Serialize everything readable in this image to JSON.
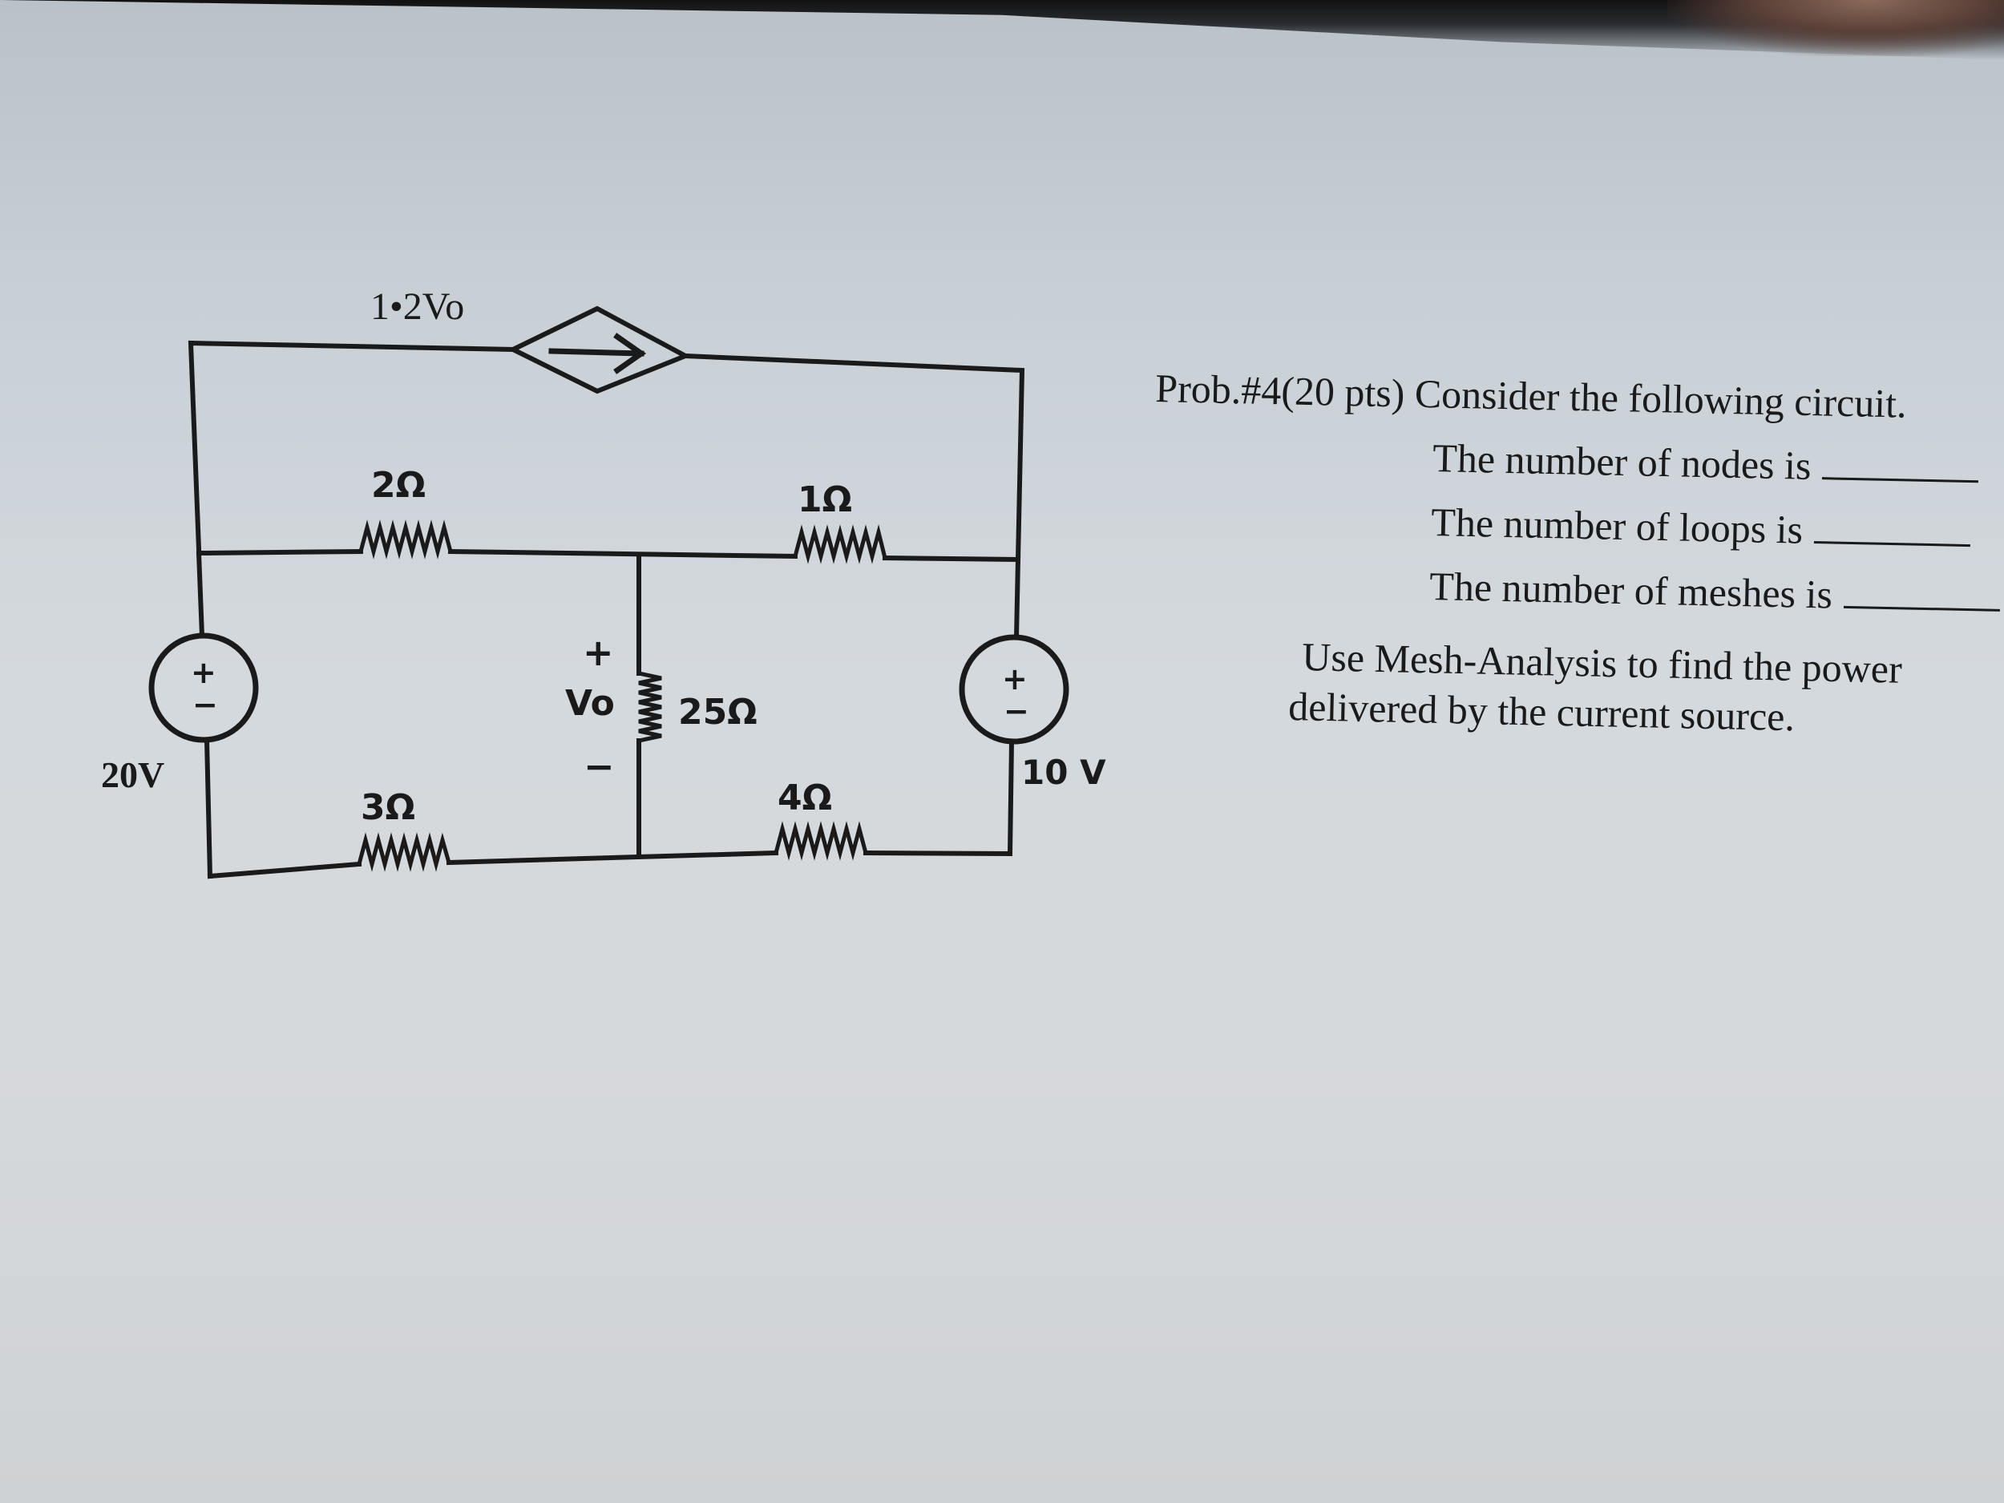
{
  "problem": {
    "title": "Prob.#4(20 pts) Consider the following circuit.",
    "questions": [
      "The number of nodes is",
      "The number of loops is",
      "The number of meshes is"
    ],
    "instruction_line1": "Use Mesh-Analysis to find the power",
    "instruction_line2": "delivered by the current source."
  },
  "circuit": {
    "dependent_source_label": "1•2Vo",
    "r_top_left": "2Ω",
    "r_top_right": "1Ω",
    "r_middle": "25Ω",
    "r_bottom_left": "3Ω",
    "r_bottom_right": "4Ω",
    "left_source_label": "20V",
    "right_source_label": "10 V",
    "vo_plus": "+",
    "vo_label": "Vo",
    "vo_minus": "−",
    "plus_sign": "+",
    "minus_sign": "−"
  }
}
